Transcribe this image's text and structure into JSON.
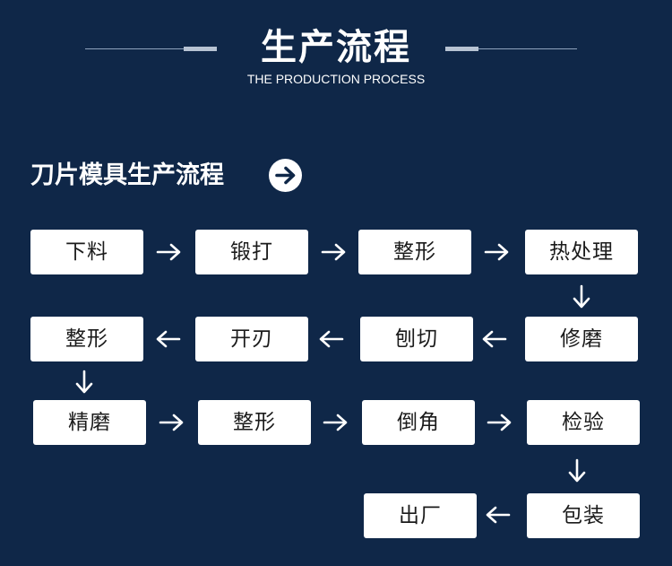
{
  "header": {
    "title": "生产流程",
    "subtitle": "THE PRODUCTION PROCESS"
  },
  "section": {
    "title": "刀片模具生产流程",
    "icon": "arrow-right-circle-icon"
  },
  "colors": {
    "background": "#0f2748",
    "box": "#ffffff",
    "box_text": "#1b1b1b",
    "arrow": "#ffffff"
  },
  "steps": [
    {
      "label": "下料"
    },
    {
      "label": "锻打"
    },
    {
      "label": "整形"
    },
    {
      "label": "热处理"
    },
    {
      "label": "修磨"
    },
    {
      "label": "刨切"
    },
    {
      "label": "开刃"
    },
    {
      "label": "整形"
    },
    {
      "label": "精磨"
    },
    {
      "label": "整形"
    },
    {
      "label": "倒角"
    },
    {
      "label": "检验"
    },
    {
      "label": "包装"
    },
    {
      "label": "出厂"
    }
  ],
  "arrows": [
    {
      "from": 0,
      "to": 1,
      "direction": "right"
    },
    {
      "from": 1,
      "to": 2,
      "direction": "right"
    },
    {
      "from": 2,
      "to": 3,
      "direction": "right"
    },
    {
      "from": 3,
      "to": 4,
      "direction": "down"
    },
    {
      "from": 4,
      "to": 5,
      "direction": "left"
    },
    {
      "from": 5,
      "to": 6,
      "direction": "left"
    },
    {
      "from": 6,
      "to": 7,
      "direction": "left"
    },
    {
      "from": 7,
      "to": 8,
      "direction": "down"
    },
    {
      "from": 8,
      "to": 9,
      "direction": "right"
    },
    {
      "from": 9,
      "to": 10,
      "direction": "right"
    },
    {
      "from": 10,
      "to": 11,
      "direction": "right"
    },
    {
      "from": 11,
      "to": 12,
      "direction": "down"
    },
    {
      "from": 12,
      "to": 13,
      "direction": "left"
    }
  ]
}
